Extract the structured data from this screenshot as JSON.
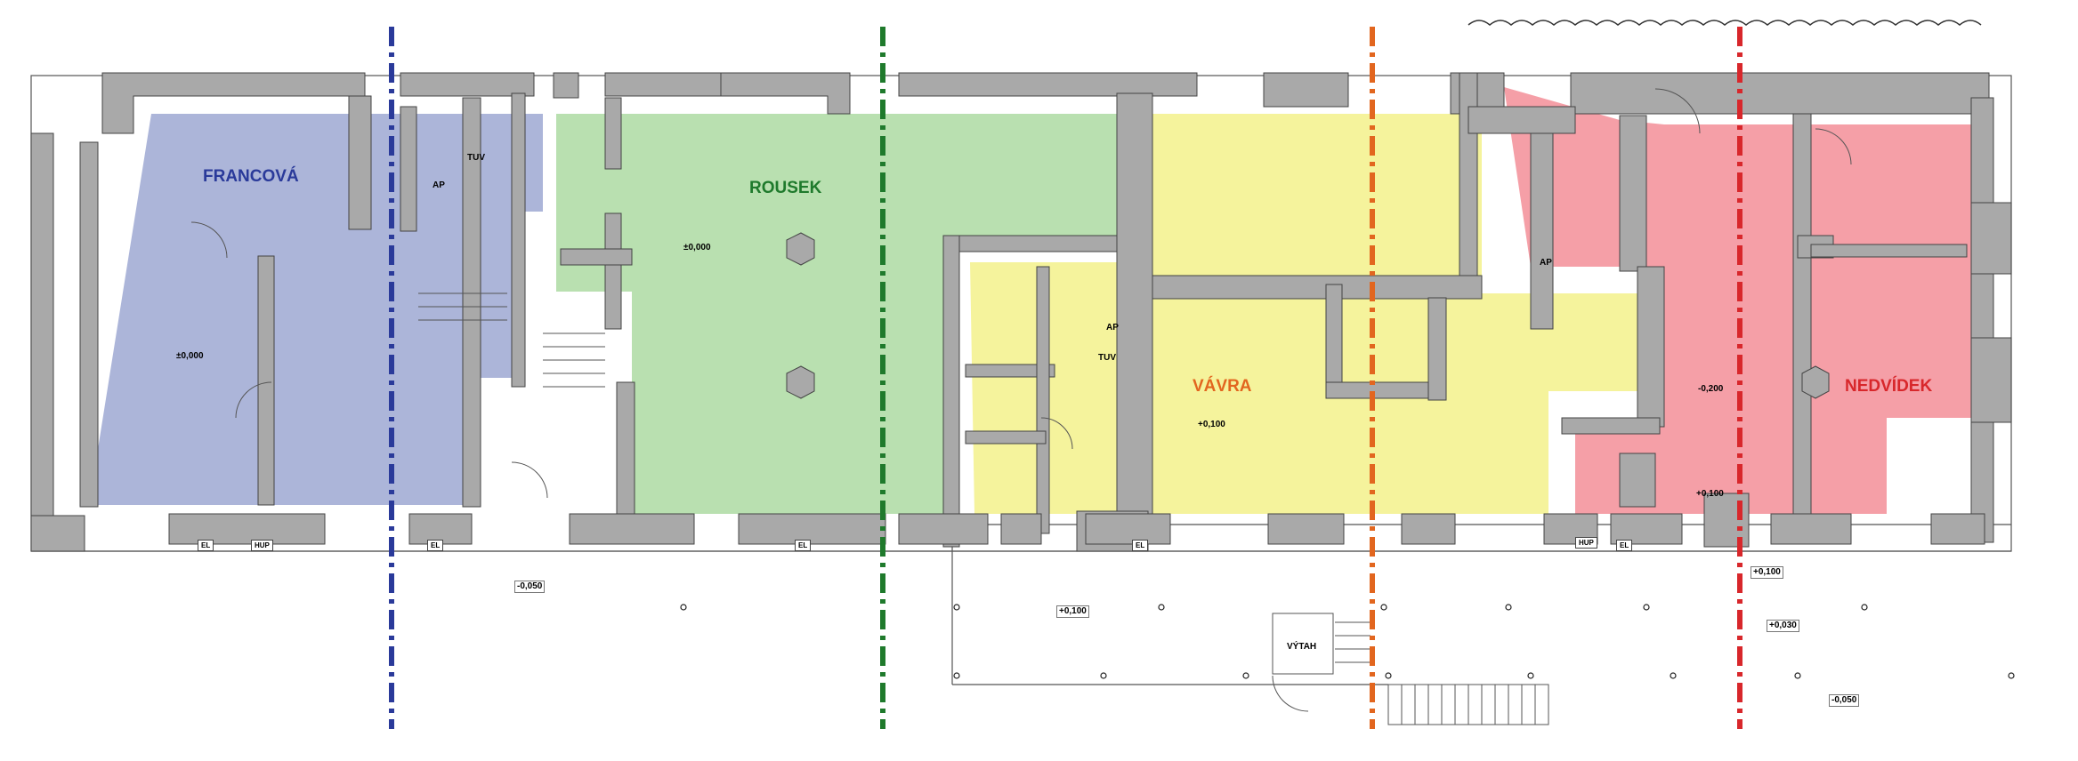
{
  "owners": [
    {
      "name": "FRANCOVÁ",
      "color": "#2a3a9a",
      "fill": "#7f8ec4"
    },
    {
      "name": "ROUSEK",
      "color": "#1f7a2c",
      "fill": "#93cf86"
    },
    {
      "name": "VÁVRA",
      "color": "#e2661f",
      "fill": "#f3f083"
    },
    {
      "name": "NEDVÍDEK",
      "color": "#d8272b",
      "fill": "#f27f8a"
    }
  ],
  "dividers": [
    {
      "owner": "FRANCOVÁ",
      "color": "#2a3a9a"
    },
    {
      "owner": "ROUSEK",
      "color": "#1f7a2c"
    },
    {
      "owner": "VÁVRA",
      "color": "#e2661f"
    },
    {
      "owner": "NEDVÍDEK",
      "color": "#d8272b"
    }
  ],
  "levels": {
    "francova": "±0,000",
    "rousek": "±0,000",
    "vavra": "+0,100",
    "nedvidek_main": "-0,200",
    "nedvidek_small": "+0,100",
    "street_left": "-0,050",
    "street_mid": "+0,100",
    "street_right_top": "+0,100",
    "street_right_mid": "+0,030",
    "street_right_bottom": "-0,050"
  },
  "room_tags": {
    "ap": "AP",
    "tuv": "TUV",
    "el": "EL",
    "hup": "HUP",
    "vytah": "VÝTAH"
  },
  "colors": {
    "wall": "#a9a9a9",
    "line": "#555555"
  }
}
